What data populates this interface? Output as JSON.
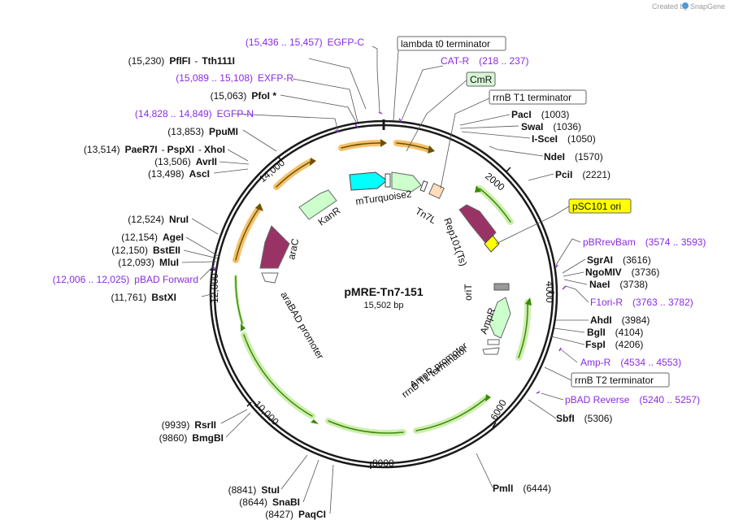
{
  "credit": "Created by",
  "brand": "SnapGene",
  "plasmid": {
    "name": "pMRE-Tn7-151",
    "size": "15,502 bp"
  },
  "ticks": [
    "2000",
    "4000",
    "6000",
    "8000",
    "10,000",
    "12,000",
    "14,000"
  ],
  "enzymes": [
    {
      "pre": "(15,230)",
      "name": "PflFI",
      "name2": "Tth111I"
    },
    {
      "pre": "(15,063)",
      "name": "PfoI *"
    },
    {
      "pre": "(13,853)",
      "name": "PpuMI"
    },
    {
      "pre": "(13,514)",
      "name": "PaeR7I",
      "name2": "PspXI",
      "name3": "XhoI"
    },
    {
      "pre": "(13,506)",
      "name": "AvrII"
    },
    {
      "pre": "(13,498)",
      "name": "AscI"
    },
    {
      "pre": "(12,524)",
      "name": "NruI"
    },
    {
      "pre": "(12,154)",
      "name": "AgeI"
    },
    {
      "pre": "(12,150)",
      "name": "BstEII"
    },
    {
      "pre": "(12,093)",
      "name": "MluI"
    },
    {
      "pre": "(11,761)",
      "name": "BstXI"
    },
    {
      "pre": "(9939)",
      "name": "RsrII"
    },
    {
      "pre": "(9860)",
      "name": "BmgBI"
    },
    {
      "pre": "(8841)",
      "name": "StuI"
    },
    {
      "pre": "(8644)",
      "name": "SnaBI"
    },
    {
      "pre": "(8427)",
      "name": "PaqCI"
    },
    {
      "name": "PacI",
      "post": "(1003)"
    },
    {
      "name": "SwaI",
      "post": "(1036)"
    },
    {
      "name": "I-SceI",
      "post": "(1050)"
    },
    {
      "name": "NdeI",
      "post": "(1570)"
    },
    {
      "name": "PciI",
      "post": "(2221)"
    },
    {
      "name": "SgrAI",
      "post": "(3616)"
    },
    {
      "name": "NgoMIV",
      "post": "(3736)"
    },
    {
      "name": "NaeI",
      "post": "(3738)"
    },
    {
      "name": "AhdI",
      "post": "(3984)"
    },
    {
      "name": "BglI",
      "post": "(4104)"
    },
    {
      "name": "FspI",
      "post": "(4206)"
    },
    {
      "name": "SbfI",
      "post": "(5306)"
    },
    {
      "name": "PmlI",
      "post": "(6444)"
    }
  ],
  "primers": [
    {
      "range": "(15,436 .. 15,457)",
      "name": "EGFP-C"
    },
    {
      "range": "(15,089 .. 15,108)",
      "name": "EXFP-R"
    },
    {
      "range": "(14,828 .. 14,849)",
      "name": "EGFP-N"
    },
    {
      "range": "(12,006 .. 12,025)",
      "name": "pBAD Forward"
    },
    {
      "name": "CAT-R",
      "range": "(218 .. 237)"
    },
    {
      "name": "pBRrevBam",
      "range": "(3574 .. 3593)"
    },
    {
      "name": "F1ori-R",
      "range": "(3763 .. 3782)"
    },
    {
      "name": "Amp-R",
      "range": "(4534 .. 4553)"
    },
    {
      "name": "pBAD Reverse",
      "range": "(5240 .. 5257)"
    }
  ],
  "boxed": [
    {
      "name": "lambda t0 terminator",
      "fill": "#ffffff"
    },
    {
      "name": "CmR",
      "fill": "#d6f5d6"
    },
    {
      "name": "rrnB T1 terminator",
      "fill": "#ffffff"
    },
    {
      "name": "pSC101 ori",
      "fill": "#ffff00"
    },
    {
      "name": "rrnB T2 terminator",
      "fill": "#ffffff"
    }
  ],
  "features": [
    "mTurquoise2",
    "KanR",
    "araC",
    "araBAD promoter",
    "Tn7L",
    "Rep101(Ts)",
    "oriT",
    "AmpR",
    "AmpR promoter",
    "rrnB T1 terminator"
  ],
  "colors": {
    "primer": "#8a2be2",
    "kanr": "#ccffcc",
    "mturquoise": "#00ffff",
    "arac": "#993366",
    "rep": "#993366",
    "ori": "#ffff00",
    "orf_highlight_orange": "#f5c06a",
    "orf_highlight_green": "#cdeeb0",
    "orf_arrow_dark": "#6a5300",
    "orf_arrow_green": "#3a8a00"
  }
}
